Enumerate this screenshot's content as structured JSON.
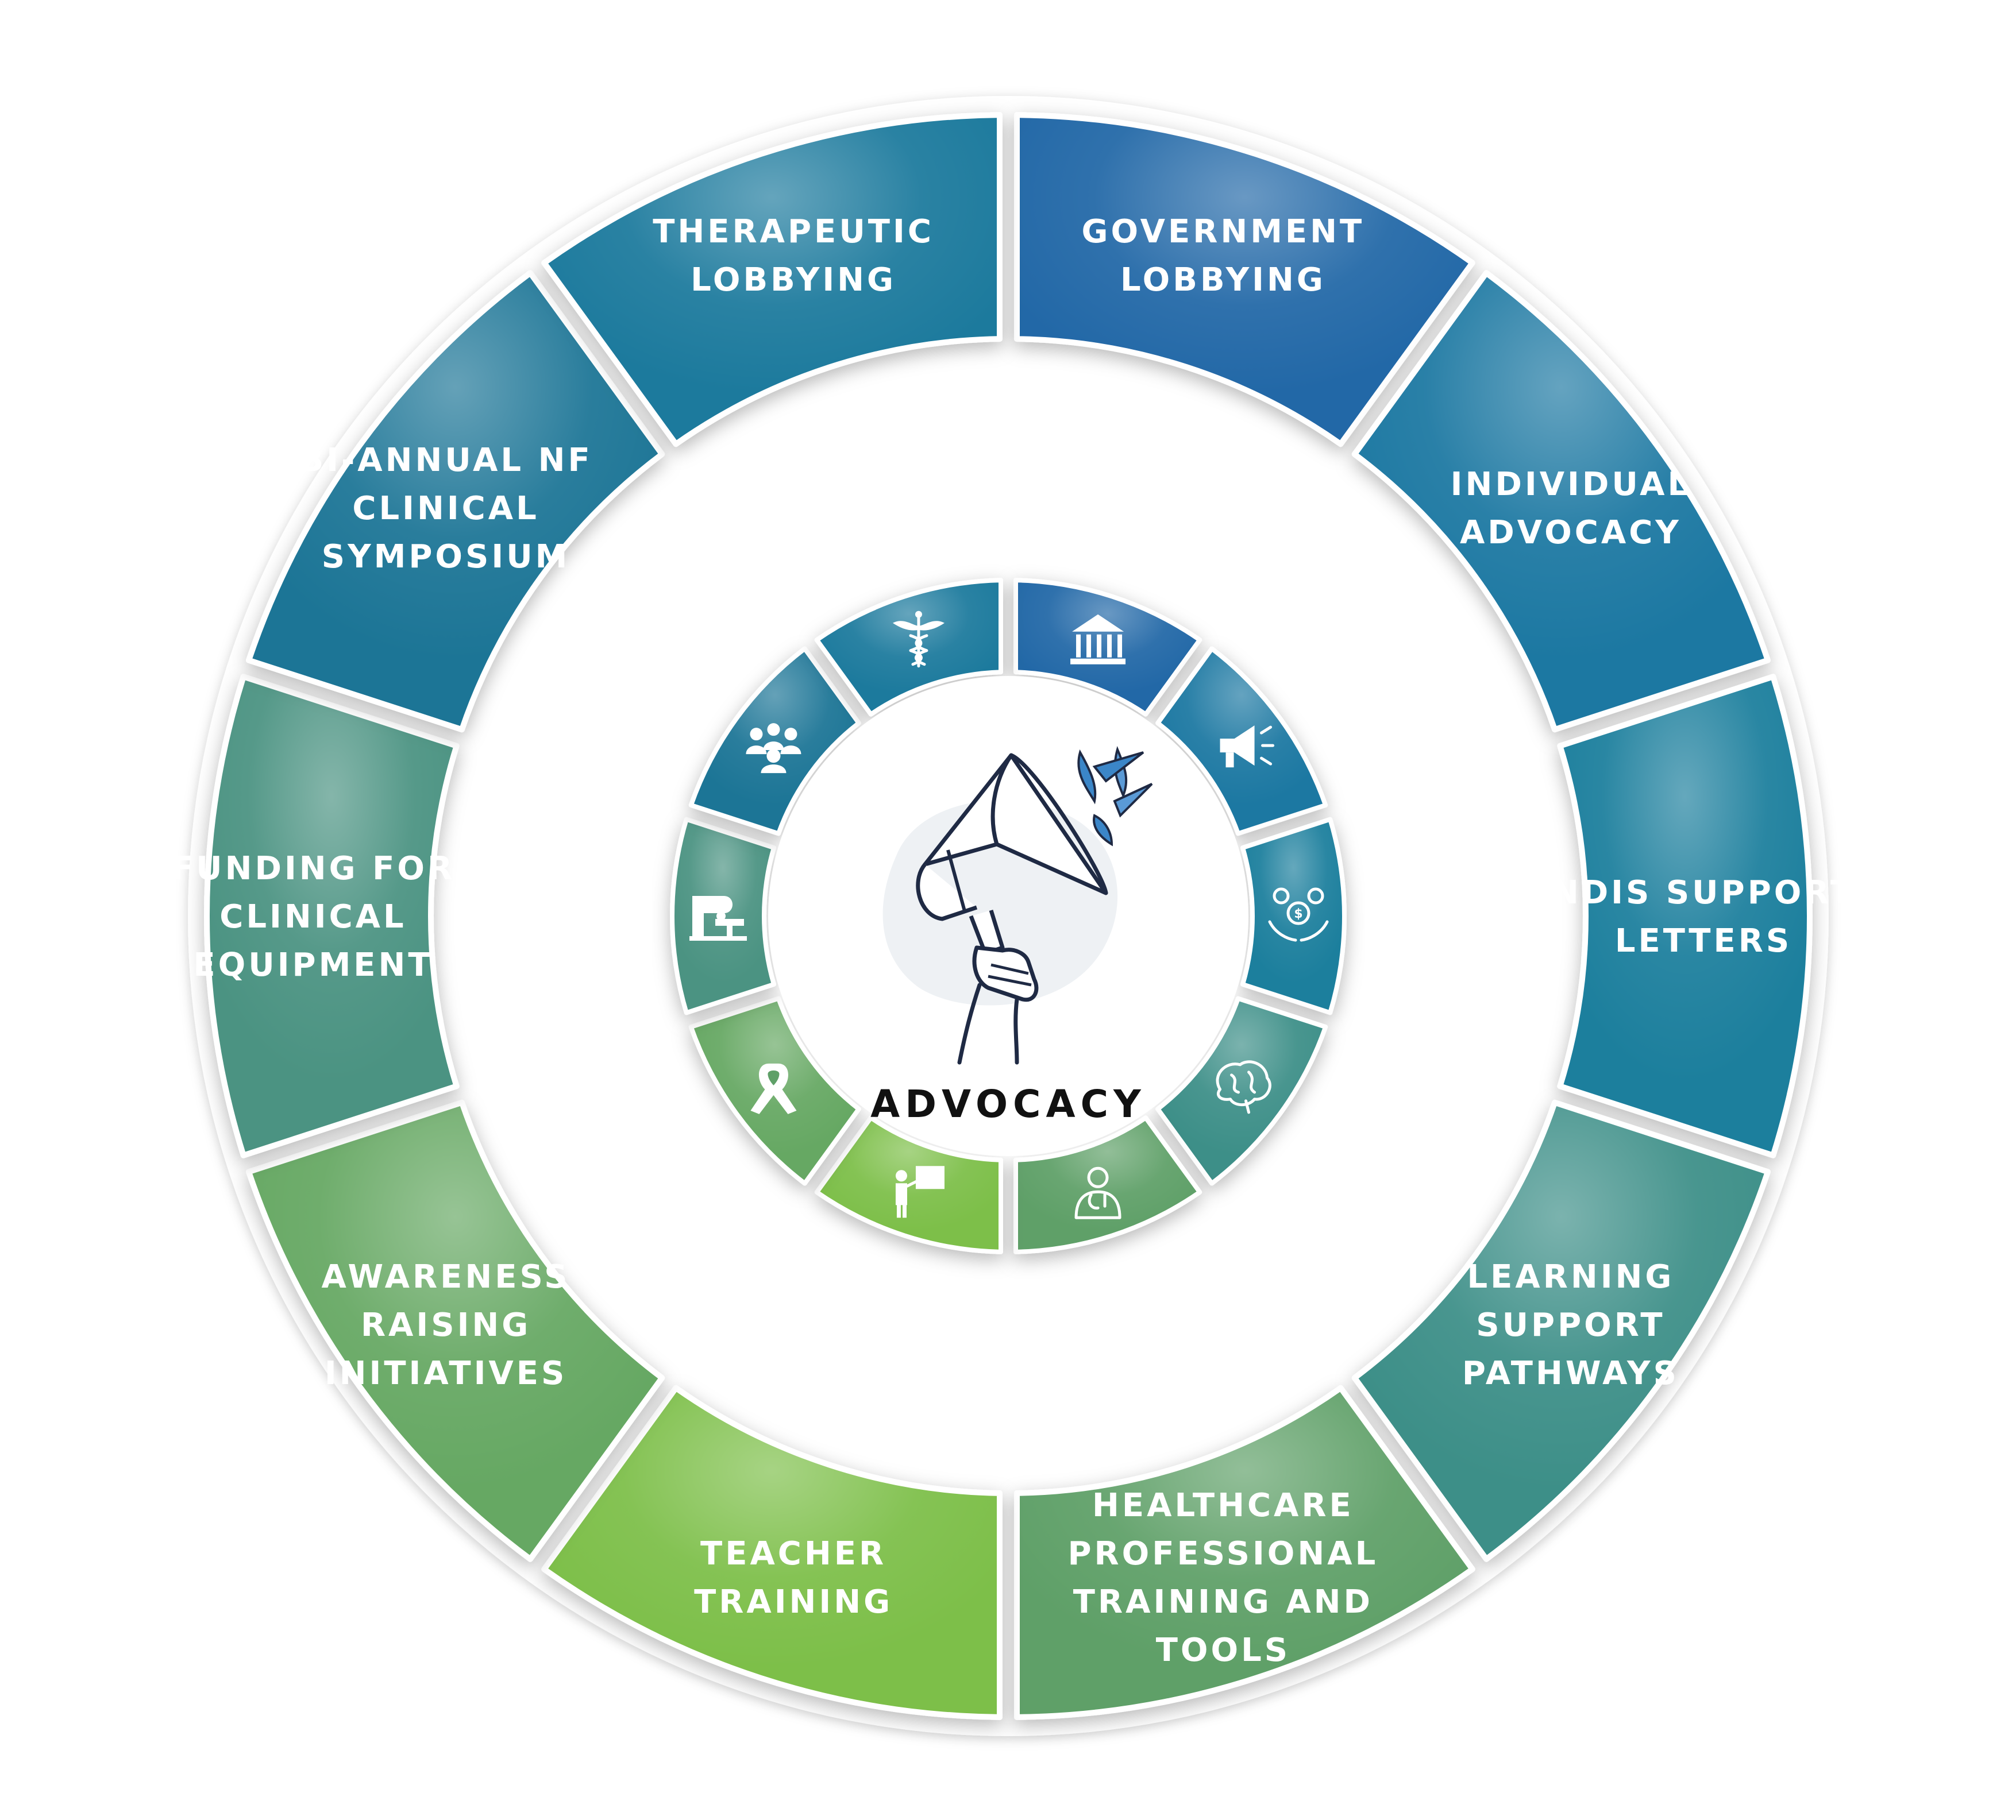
{
  "diagram": {
    "center": {
      "title": "ADVOCACY",
      "icon": "megaphone-icon"
    },
    "segments": [
      {
        "id": "government-lobbying",
        "lines": [
          "GOVERNMENT",
          "LOBBYING"
        ],
        "icon": "government-building-icon",
        "color": "#2467a7"
      },
      {
        "id": "individual-advocacy",
        "lines": [
          "INDIVIDUAL",
          "ADVOCACY"
        ],
        "icon": "megaphone-icon",
        "color": "#1d78a2"
      },
      {
        "id": "ndis-support-letters",
        "lines": [
          "NDIS SUPPORT",
          "LETTERS"
        ],
        "icon": "money-hands-icon",
        "color": "#1a7f9d"
      },
      {
        "id": "learning-support-pathways",
        "lines": [
          "LEARNING",
          "SUPPORT",
          "PATHWAYS"
        ],
        "icon": "brain-icon",
        "color": "#3c8f88"
      },
      {
        "id": "healthcare-professional-training",
        "lines": [
          "HEALTHCARE",
          "PROFESSIONAL",
          "TRAINING AND",
          "TOOLS"
        ],
        "icon": "doctor-icon",
        "color": "#5fa068"
      },
      {
        "id": "teacher-training",
        "lines": [
          "TEACHER",
          "TRAINING"
        ],
        "icon": "presenter-board-icon",
        "color": "#7dbf4a"
      },
      {
        "id": "awareness-raising-initiatives",
        "lines": [
          "AWARENESS",
          "RAISING",
          "INITIATIVES"
        ],
        "icon": "awareness-ribbon-icon",
        "color": "#66a863"
      },
      {
        "id": "funding-clinical-equipment",
        "lines": [
          "FUNDING FOR",
          "CLINICAL",
          "EQUIPMENT"
        ],
        "icon": "clinical-scanner-icon",
        "color": "#4b9382"
      },
      {
        "id": "bi-annual-symposium",
        "lines": [
          "BI-ANNUAL NF",
          "CLINICAL",
          "SYMPOSIUM"
        ],
        "icon": "audience-group-icon",
        "color": "#1a7496"
      },
      {
        "id": "therapeutic-lobbying",
        "lines": [
          "THERAPEUTIC",
          "LOBBYING"
        ],
        "icon": "caduceus-icon",
        "color": "#1b7a9d"
      }
    ]
  }
}
